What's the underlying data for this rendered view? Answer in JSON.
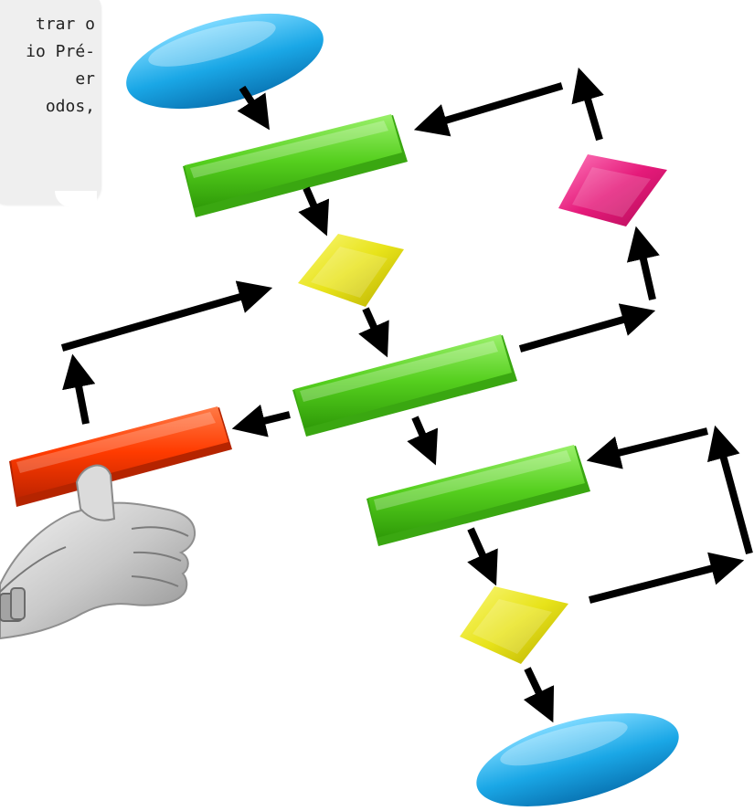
{
  "speech_bubble": {
    "text": "trar o\nio Pré-\ner\nodos,"
  },
  "colors": {
    "terminator": "#1aa7e6",
    "process": "#55cf1e",
    "decision": "#e8e31a",
    "error_process": "#ff3b00",
    "loop_decision": "#e51a7a",
    "arrow": "#000000",
    "robot_hand": "#b9b9b9"
  },
  "diagram": {
    "nodes": [
      {
        "id": "start",
        "shape": "terminator",
        "color_key": "terminator"
      },
      {
        "id": "process-1",
        "shape": "process",
        "color_key": "process"
      },
      {
        "id": "decision-1",
        "shape": "decision",
        "color_key": "decision"
      },
      {
        "id": "process-2",
        "shape": "process",
        "color_key": "process"
      },
      {
        "id": "process-red",
        "shape": "process",
        "color_key": "error_process"
      },
      {
        "id": "decision-pink",
        "shape": "decision",
        "color_key": "loop_decision"
      },
      {
        "id": "process-3",
        "shape": "process",
        "color_key": "process"
      },
      {
        "id": "decision-2",
        "shape": "decision",
        "color_key": "decision"
      },
      {
        "id": "end",
        "shape": "terminator",
        "color_key": "terminator"
      }
    ]
  },
  "robot_hand": {
    "icon": "robot-hand-icon"
  }
}
